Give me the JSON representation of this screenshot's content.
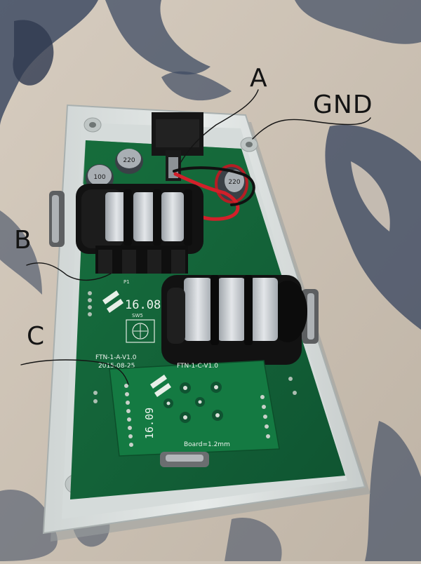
{
  "labels": {
    "a": "A",
    "gnd": "GND",
    "b": "B",
    "c": "C"
  },
  "pcb_silkscreen": {
    "main_board_code": "FTN-1-A-V1.0",
    "main_board_date": "2015-08-25",
    "logo_date_main": "16.08",
    "logo_date_daughter": "16.09",
    "daughter_board_code": "FTN-1-C-V1.0",
    "board_thickness": "Board=1.2mm",
    "header_p1": "P1",
    "switch_sw5": "SW5"
  },
  "capacitor_text": {
    "cap_1": "220",
    "cap_2": "100",
    "cap_3": "220"
  },
  "colors": {
    "pcb_green": "#13633a",
    "enclosure_white": "#dfe4e3",
    "jack_black": "#101010",
    "jack_contact_silver": "#c8ccd0",
    "wire_red": "#d2202a",
    "wire_black": "#111111",
    "annotation_ink": "#141414",
    "tablecloth_beige": "#cfc5b8",
    "tablecloth_pattern": "#3e4b63"
  }
}
